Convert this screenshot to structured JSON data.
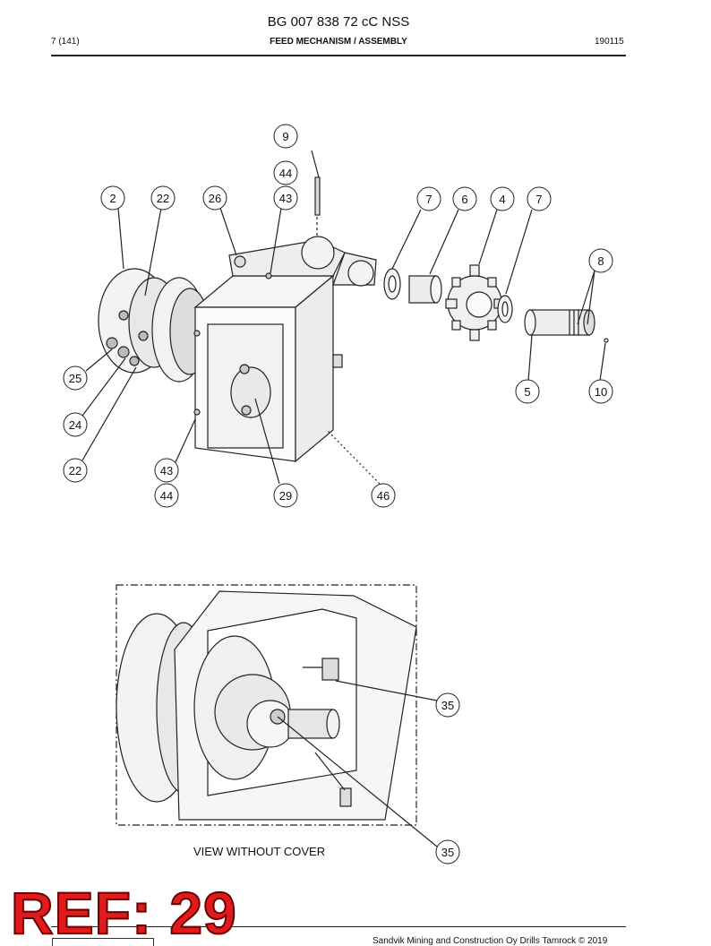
{
  "header": {
    "doc_title": "BG 007 838 72 cC NSS",
    "page": "7 (141)",
    "section": "FEED MECHANISM / ASSEMBLY",
    "code": "190115"
  },
  "callouts": {
    "c9": "9",
    "c44a": "44",
    "c2": "2",
    "c22a": "22",
    "c26": "26",
    "c43a": "43",
    "c7a": "7",
    "c6": "6",
    "c4": "4",
    "c7b": "7",
    "c8": "8",
    "c25": "25",
    "c5": "5",
    "c10": "10",
    "c24": "24",
    "c22b": "22",
    "c43b": "43",
    "c44b": "44",
    "c29": "29",
    "c46": "46",
    "c35a": "35",
    "c35b": "35"
  },
  "caption": "VIEW WITHOUT COVER",
  "reference_stamp": "REF: 29",
  "footer": "Sandvik Mining and Construction Oy Drills Tamrock © 2019"
}
